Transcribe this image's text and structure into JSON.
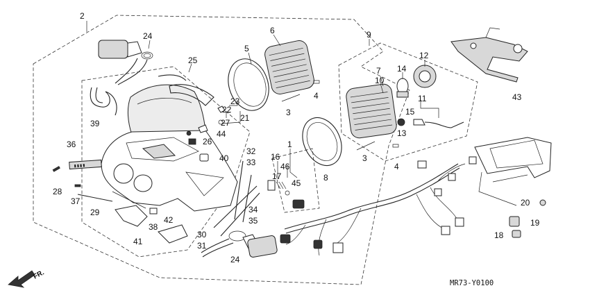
{
  "diagram": {
    "reference_code": "MR73-Y0100",
    "direction_marker": "FR.",
    "callouts": {
      "c1": "1",
      "c2": "2",
      "c3a": "3",
      "c3b": "3",
      "c4a": "4",
      "c4b": "4",
      "c5": "5",
      "c6": "6",
      "c7": "7",
      "c8": "8",
      "c9": "9",
      "c10": "10",
      "c11": "11",
      "c12": "12",
      "c13": "13",
      "c14": "14",
      "c15": "15",
      "c16": "16",
      "c17": "17",
      "c18": "18",
      "c19": "19",
      "c20": "20",
      "c21": "21",
      "c22": "22",
      "c23": "23",
      "c24a": "24",
      "c24b": "24",
      "c25": "25",
      "c26": "26",
      "c27": "27",
      "c28": "28",
      "c29": "29",
      "c30": "30",
      "c31": "31",
      "c32": "32",
      "c33": "33",
      "c34": "34",
      "c35": "35",
      "c36": "36",
      "c37": "37",
      "c38": "38",
      "c39": "39",
      "c40": "40",
      "c41": "41",
      "c42": "42",
      "c43": "43",
      "c44": "44",
      "c45": "45",
      "c46": "46"
    }
  }
}
